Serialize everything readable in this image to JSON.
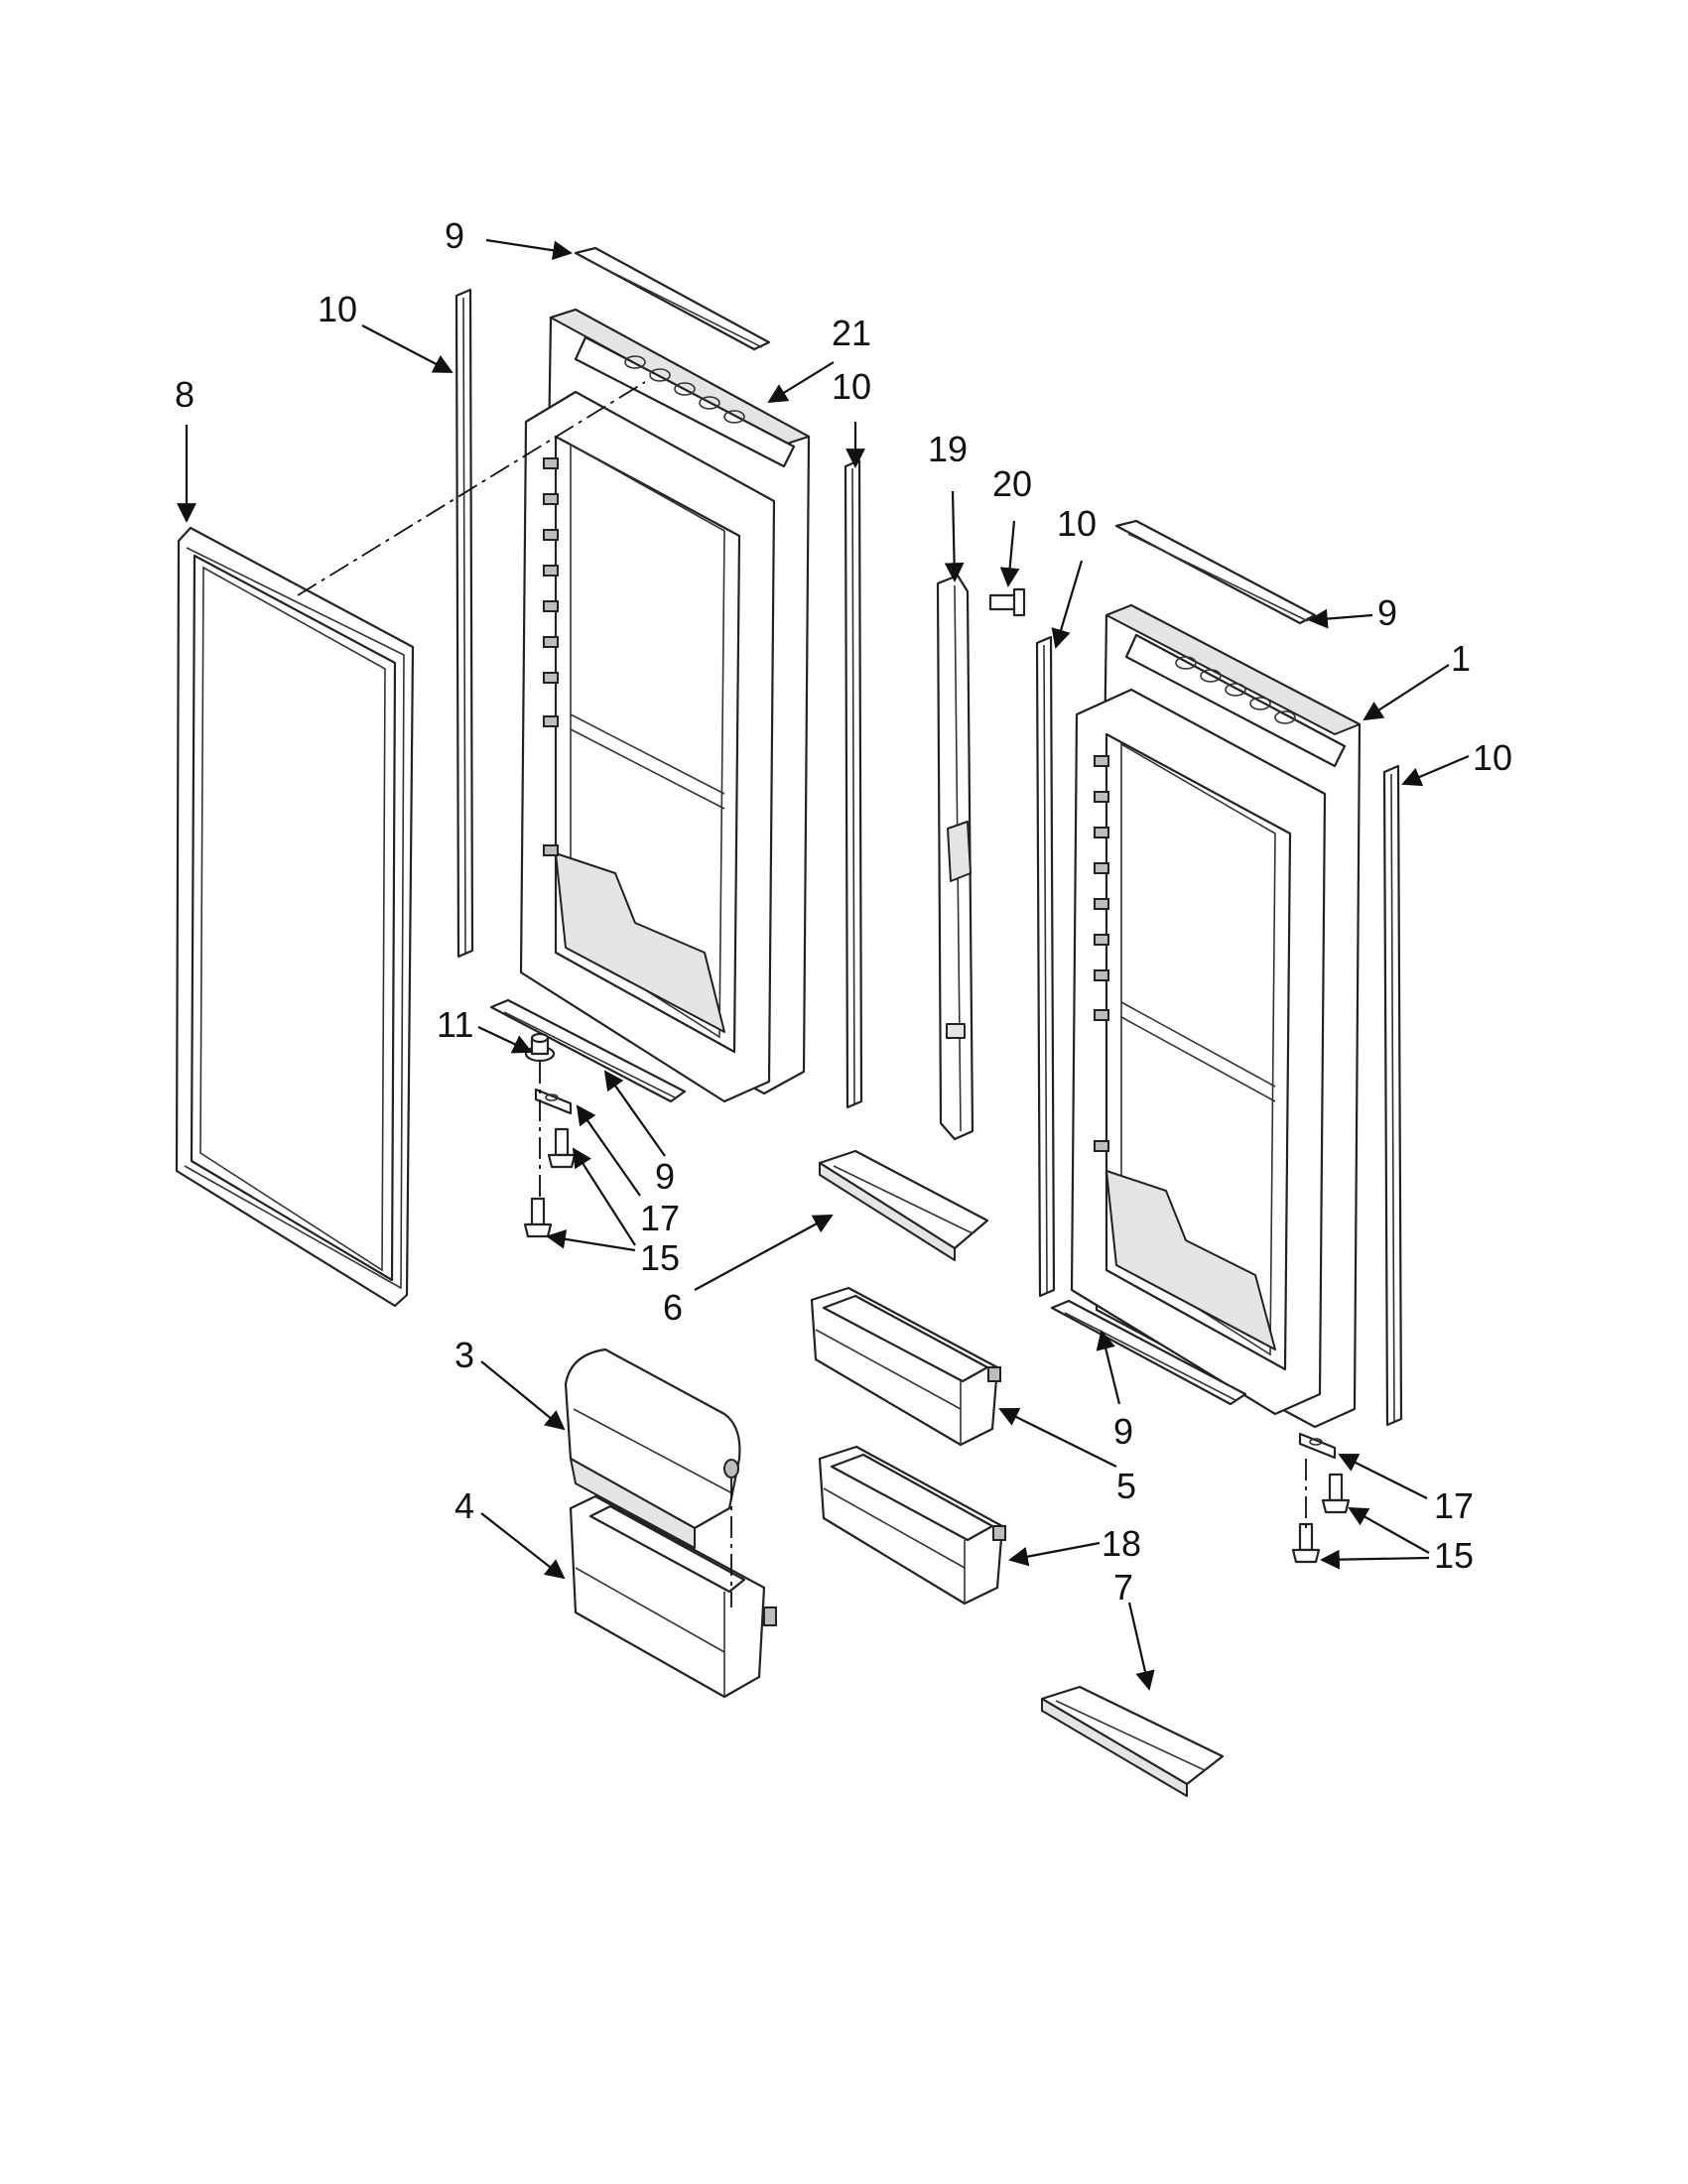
{
  "callouts": [
    {
      "id": "c9a",
      "text": "9"
    },
    {
      "id": "c10a",
      "text": "10"
    },
    {
      "id": "c8",
      "text": "8"
    },
    {
      "id": "c21",
      "text": "21"
    },
    {
      "id": "c10b",
      "text": "10"
    },
    {
      "id": "c19",
      "text": "19"
    },
    {
      "id": "c20",
      "text": "20"
    },
    {
      "id": "c10c",
      "text": "10"
    },
    {
      "id": "c9b",
      "text": "9"
    },
    {
      "id": "c1",
      "text": "1"
    },
    {
      "id": "c10d",
      "text": "10"
    },
    {
      "id": "c11",
      "text": "11"
    },
    {
      "id": "c9c",
      "text": "9"
    },
    {
      "id": "c17a",
      "text": "17"
    },
    {
      "id": "c15a",
      "text": "15"
    },
    {
      "id": "c6",
      "text": "6"
    },
    {
      "id": "c3",
      "text": "3"
    },
    {
      "id": "c4",
      "text": "4"
    },
    {
      "id": "c9d",
      "text": "9"
    },
    {
      "id": "c5",
      "text": "5"
    },
    {
      "id": "c18",
      "text": "18"
    },
    {
      "id": "c7",
      "text": "7"
    },
    {
      "id": "c17b",
      "text": "17"
    },
    {
      "id": "c15b",
      "text": "15"
    }
  ]
}
